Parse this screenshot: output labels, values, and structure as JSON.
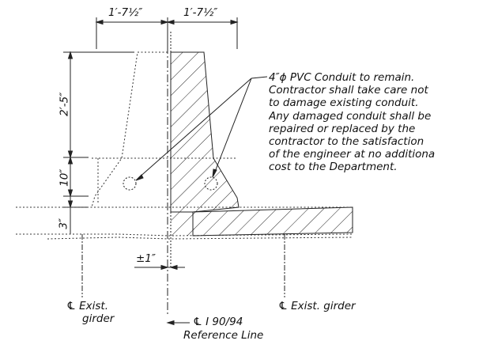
{
  "dimensions": {
    "top_left": "1′-7½″",
    "top_right": "1′-7½″",
    "vertical_upper": "2′-5″",
    "vertical_middle": "10″",
    "vertical_lower": "3″",
    "offset": "±1″"
  },
  "note": {
    "lines": [
      "4″ϕ PVC Conduit to remain.",
      "Contractor shall take care not",
      "to damage existing conduit.",
      "Any damaged conduit shall be",
      "repaired or replaced by the",
      "contractor to the satisfaction",
      "of the engineer at no additiona",
      "cost to the Department."
    ]
  },
  "labels": {
    "centerline_symbol": "℄",
    "left_girder_line1": "Exist.",
    "left_girder_line2": "girder",
    "right_girder": "Exist. girder",
    "ref_line1": "I 90/94",
    "ref_line2": "Reference Line"
  }
}
